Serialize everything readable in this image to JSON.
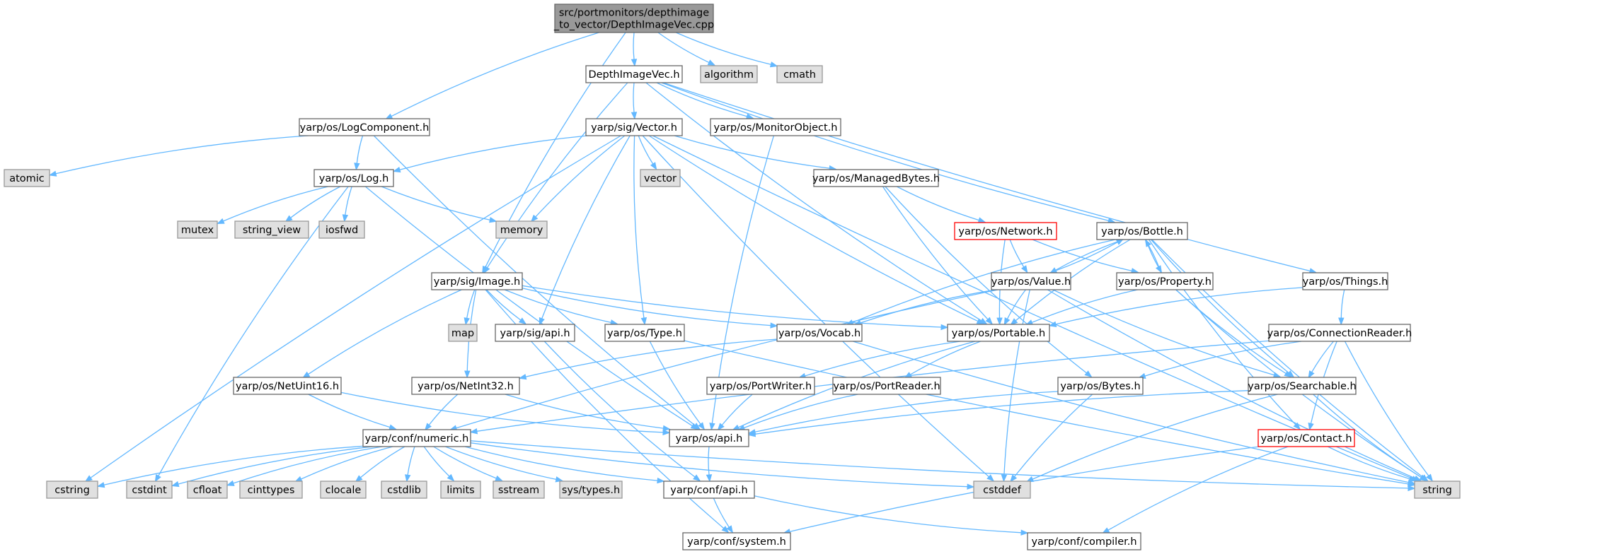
{
  "colors": {
    "edge": "#63b8ff",
    "root_fill": "#999999",
    "root_stroke": "#666666",
    "header_fill": "#ffffff",
    "header_stroke": "#666666",
    "system_fill": "#e0e0e0",
    "system_stroke": "#999999",
    "missing_stroke": "#ff0000"
  },
  "nodes": {
    "root": {
      "lines": [
        "src/portmonitors/depthimage",
        "_to_vector/DepthImageVec.cpp"
      ],
      "kind": "root"
    },
    "depthimagevec": {
      "lines": [
        "DepthImageVec.h"
      ],
      "kind": "header"
    },
    "algorithm": {
      "lines": [
        "algorithm"
      ],
      "kind": "system"
    },
    "cmath": {
      "lines": [
        "cmath"
      ],
      "kind": "system"
    },
    "logcomponent": {
      "lines": [
        "yarp/os/LogComponent.h"
      ],
      "kind": "header"
    },
    "vector_h": {
      "lines": [
        "yarp/sig/Vector.h"
      ],
      "kind": "header"
    },
    "monitorobject": {
      "lines": [
        "yarp/os/MonitorObject.h"
      ],
      "kind": "header"
    },
    "atomic": {
      "lines": [
        "atomic"
      ],
      "kind": "system"
    },
    "log": {
      "lines": [
        "yarp/os/Log.h"
      ],
      "kind": "header"
    },
    "vector_std": {
      "lines": [
        "vector"
      ],
      "kind": "system"
    },
    "managedbytes": {
      "lines": [
        "yarp/os/ManagedBytes.h"
      ],
      "kind": "header"
    },
    "mutex": {
      "lines": [
        "mutex"
      ],
      "kind": "system"
    },
    "string_view": {
      "lines": [
        "string_view"
      ],
      "kind": "system"
    },
    "iosfwd": {
      "lines": [
        "iosfwd"
      ],
      "kind": "system"
    },
    "memory": {
      "lines": [
        "memory"
      ],
      "kind": "system"
    },
    "network": {
      "lines": [
        "yarp/os/Network.h"
      ],
      "kind": "missing"
    },
    "bottle": {
      "lines": [
        "yarp/os/Bottle.h"
      ],
      "kind": "header"
    },
    "image": {
      "lines": [
        "yarp/sig/Image.h"
      ],
      "kind": "header"
    },
    "value": {
      "lines": [
        "yarp/os/Value.h"
      ],
      "kind": "header"
    },
    "property": {
      "lines": [
        "yarp/os/Property.h"
      ],
      "kind": "header"
    },
    "things": {
      "lines": [
        "yarp/os/Things.h"
      ],
      "kind": "header"
    },
    "map": {
      "lines": [
        "map"
      ],
      "kind": "system"
    },
    "sig_api": {
      "lines": [
        "yarp/sig/api.h"
      ],
      "kind": "header"
    },
    "type": {
      "lines": [
        "yarp/os/Type.h"
      ],
      "kind": "header"
    },
    "vocab": {
      "lines": [
        "yarp/os/Vocab.h"
      ],
      "kind": "header"
    },
    "portable": {
      "lines": [
        "yarp/os/Portable.h"
      ],
      "kind": "header"
    },
    "connectionreader": {
      "lines": [
        "yarp/os/ConnectionReader.h"
      ],
      "kind": "header"
    },
    "netuint16": {
      "lines": [
        "yarp/os/NetUint16.h"
      ],
      "kind": "header"
    },
    "netint32": {
      "lines": [
        "yarp/os/NetInt32.h"
      ],
      "kind": "header"
    },
    "portwriter": {
      "lines": [
        "yarp/os/PortWriter.h"
      ],
      "kind": "header"
    },
    "portreader": {
      "lines": [
        "yarp/os/PortReader.h"
      ],
      "kind": "header"
    },
    "bytes": {
      "lines": [
        "yarp/os/Bytes.h"
      ],
      "kind": "header"
    },
    "searchable": {
      "lines": [
        "yarp/os/Searchable.h"
      ],
      "kind": "header"
    },
    "numeric": {
      "lines": [
        "yarp/conf/numeric.h"
      ],
      "kind": "header"
    },
    "os_api": {
      "lines": [
        "yarp/os/api.h"
      ],
      "kind": "header"
    },
    "contact": {
      "lines": [
        "yarp/os/Contact.h"
      ],
      "kind": "missing"
    },
    "cstring": {
      "lines": [
        "cstring"
      ],
      "kind": "system"
    },
    "cstdint": {
      "lines": [
        "cstdint"
      ],
      "kind": "system"
    },
    "cfloat": {
      "lines": [
        "cfloat"
      ],
      "kind": "system"
    },
    "cinttypes": {
      "lines": [
        "cinttypes"
      ],
      "kind": "system"
    },
    "clocale": {
      "lines": [
        "clocale"
      ],
      "kind": "system"
    },
    "cstdlib": {
      "lines": [
        "cstdlib"
      ],
      "kind": "system"
    },
    "limits": {
      "lines": [
        "limits"
      ],
      "kind": "system"
    },
    "sstream": {
      "lines": [
        "sstream"
      ],
      "kind": "system"
    },
    "systypes": {
      "lines": [
        "sys/types.h"
      ],
      "kind": "system"
    },
    "conf_api": {
      "lines": [
        "yarp/conf/api.h"
      ],
      "kind": "header"
    },
    "cstddef": {
      "lines": [
        "cstddef"
      ],
      "kind": "system"
    },
    "string": {
      "lines": [
        "string"
      ],
      "kind": "system"
    },
    "system": {
      "lines": [
        "yarp/conf/system.h"
      ],
      "kind": "header"
    },
    "compiler": {
      "lines": [
        "yarp/conf/compiler.h"
      ],
      "kind": "header"
    }
  },
  "edges": [
    [
      "root",
      "depthimagevec"
    ],
    [
      "root",
      "algorithm"
    ],
    [
      "root",
      "cmath"
    ],
    [
      "root",
      "logcomponent"
    ],
    [
      "root",
      "image"
    ],
    [
      "depthimagevec",
      "vector_h"
    ],
    [
      "depthimagevec",
      "monitorobject"
    ],
    [
      "depthimagevec",
      "image"
    ],
    [
      "depthimagevec",
      "bottle"
    ],
    [
      "depthimagevec",
      "things"
    ],
    [
      "depthimagevec",
      "portable"
    ],
    [
      "logcomponent",
      "atomic"
    ],
    [
      "logcomponent",
      "log"
    ],
    [
      "logcomponent",
      "os_api"
    ],
    [
      "vector_h",
      "log"
    ],
    [
      "vector_h",
      "vector_std"
    ],
    [
      "vector_h",
      "memory"
    ],
    [
      "vector_h",
      "managedbytes"
    ],
    [
      "vector_h",
      "cstring"
    ],
    [
      "vector_h",
      "string"
    ],
    [
      "vector_h",
      "sig_api"
    ],
    [
      "vector_h",
      "type"
    ],
    [
      "vector_h",
      "portable"
    ],
    [
      "vector_h",
      "cstddef"
    ],
    [
      "monitorobject",
      "os_api"
    ],
    [
      "log",
      "mutex"
    ],
    [
      "log",
      "string_view"
    ],
    [
      "log",
      "iosfwd"
    ],
    [
      "log",
      "memory"
    ],
    [
      "log",
      "os_api"
    ],
    [
      "log",
      "cstdint"
    ],
    [
      "managedbytes",
      "network"
    ],
    [
      "managedbytes",
      "portable"
    ],
    [
      "managedbytes",
      "bytes"
    ],
    [
      "network",
      "value"
    ],
    [
      "network",
      "property"
    ],
    [
      "network",
      "portable"
    ],
    [
      "bottle",
      "value"
    ],
    [
      "bottle",
      "property"
    ],
    [
      "bottle",
      "portable"
    ],
    [
      "bottle",
      "vocab"
    ],
    [
      "bottle",
      "searchable"
    ],
    [
      "bottle",
      "string"
    ],
    [
      "bottle",
      "contact"
    ],
    [
      "value",
      "bottle"
    ],
    [
      "value",
      "portable"
    ],
    [
      "value",
      "vocab"
    ],
    [
      "value",
      "searchable"
    ],
    [
      "value",
      "cstddef"
    ],
    [
      "value",
      "string"
    ],
    [
      "value",
      "numeric"
    ],
    [
      "property",
      "bottle"
    ],
    [
      "property",
      "portable"
    ],
    [
      "property",
      "searchable"
    ],
    [
      "property",
      "string"
    ],
    [
      "things",
      "connectionreader"
    ],
    [
      "things",
      "portable"
    ],
    [
      "image",
      "map"
    ],
    [
      "image",
      "sig_api"
    ],
    [
      "image",
      "type"
    ],
    [
      "image",
      "vocab"
    ],
    [
      "image",
      "portable"
    ],
    [
      "image",
      "netuint16"
    ],
    [
      "image",
      "netint32"
    ],
    [
      "image",
      "system"
    ],
    [
      "sig_api",
      "conf_api"
    ],
    [
      "type",
      "os_api"
    ],
    [
      "type",
      "string"
    ],
    [
      "vocab",
      "netint32"
    ],
    [
      "vocab",
      "string"
    ],
    [
      "portable",
      "portwriter"
    ],
    [
      "portable",
      "portreader"
    ],
    [
      "portable",
      "os_api"
    ],
    [
      "connectionreader",
      "bytes"
    ],
    [
      "connectionreader",
      "searchable"
    ],
    [
      "connectionreader",
      "contact"
    ],
    [
      "connectionreader",
      "string"
    ],
    [
      "connectionreader",
      "numeric"
    ],
    [
      "netuint16",
      "numeric"
    ],
    [
      "netuint16",
      "os_api"
    ],
    [
      "netint32",
      "numeric"
    ],
    [
      "netint32",
      "os_api"
    ],
    [
      "portwriter",
      "os_api"
    ],
    [
      "portreader",
      "os_api"
    ],
    [
      "bytes",
      "os_api"
    ],
    [
      "bytes",
      "cstddef"
    ],
    [
      "searchable",
      "os_api"
    ],
    [
      "searchable",
      "string"
    ],
    [
      "searchable",
      "cstddef"
    ],
    [
      "numeric",
      "cstring"
    ],
    [
      "numeric",
      "cstdint"
    ],
    [
      "numeric",
      "cfloat"
    ],
    [
      "numeric",
      "cinttypes"
    ],
    [
      "numeric",
      "clocale"
    ],
    [
      "numeric",
      "cstdlib"
    ],
    [
      "numeric",
      "limits"
    ],
    [
      "numeric",
      "sstream"
    ],
    [
      "numeric",
      "systypes"
    ],
    [
      "numeric",
      "conf_api"
    ],
    [
      "numeric",
      "cstddef"
    ],
    [
      "numeric",
      "string"
    ],
    [
      "os_api",
      "conf_api"
    ],
    [
      "conf_api",
      "system"
    ],
    [
      "conf_api",
      "compiler"
    ],
    [
      "contact",
      "string"
    ],
    [
      "contact",
      "system"
    ],
    [
      "contact",
      "compiler"
    ]
  ]
}
